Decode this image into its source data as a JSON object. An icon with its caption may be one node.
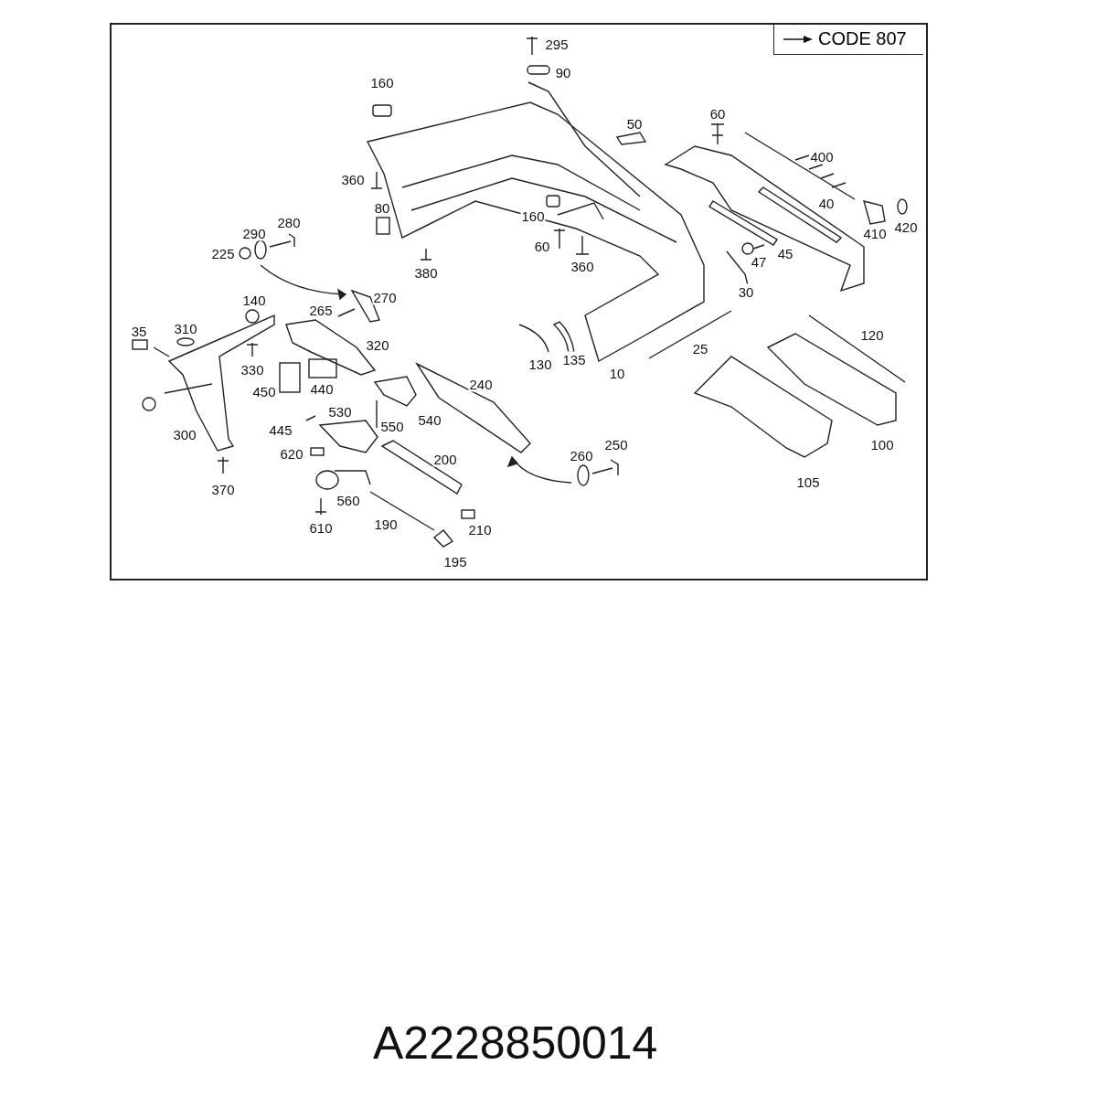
{
  "diagram": {
    "labels": [
      "CODE 807",
      "295",
      "90",
      "160",
      "60",
      "50",
      "400",
      "360",
      "40",
      "80",
      "160",
      "280",
      "420",
      "290",
      "410",
      "60",
      "225",
      "45",
      "47",
      "360",
      "380",
      "30",
      "270",
      "140",
      "265",
      "310",
      "35",
      "120",
      "320",
      "25",
      "135",
      "130",
      "10",
      "330",
      "240",
      "440",
      "450",
      "530",
      "540",
      "550",
      "445",
      "300",
      "250",
      "100",
      "260",
      "620",
      "200",
      "105",
      "370",
      "560",
      "190",
      "610",
      "210",
      "195",
      "A2228850014"
    ]
  }
}
